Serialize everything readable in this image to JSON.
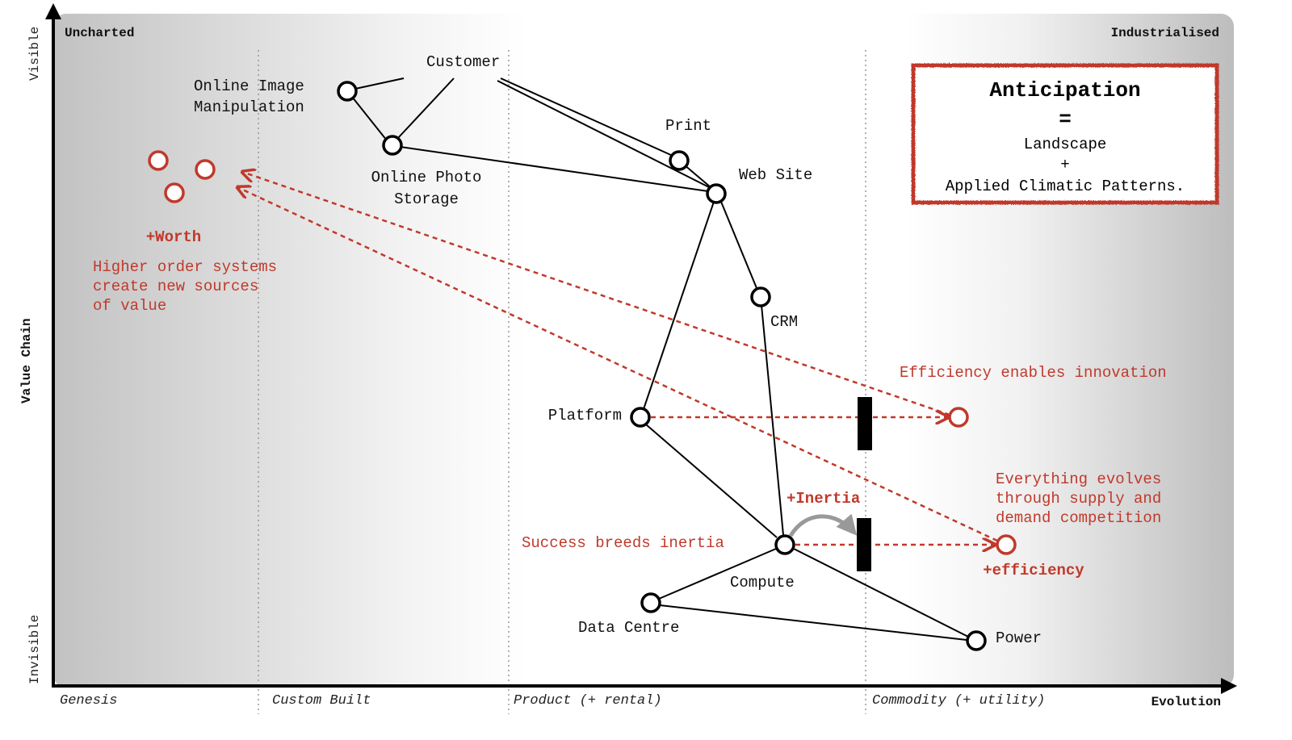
{
  "title": "Anticipation = Landscape + Applied Climatic Patterns",
  "axes": {
    "y_label": "Value Chain",
    "y_top": "Visible",
    "y_bottom": "Invisible",
    "x_label": "Evolution",
    "corner_left": "Uncharted",
    "corner_right": "Industrialised",
    "stages": [
      "Genesis",
      "Custom Built",
      "Product (+ rental)",
      "Commodity (+ utility)"
    ]
  },
  "callout": {
    "heading": "Anticipation",
    "equals": "=",
    "line1": "Landscape",
    "plus": "+",
    "line2": "Applied Climatic Patterns."
  },
  "components": [
    {
      "id": "customer",
      "label": "Customer",
      "node": false
    },
    {
      "id": "oim",
      "label_lines": [
        "Online Image",
        "Manipulation"
      ]
    },
    {
      "id": "ops",
      "label_lines": [
        "Online Photo",
        "Storage"
      ]
    },
    {
      "id": "print",
      "label": "Print"
    },
    {
      "id": "website",
      "label": "Web Site"
    },
    {
      "id": "crm",
      "label": "CRM"
    },
    {
      "id": "platform",
      "label": "Platform"
    },
    {
      "id": "compute",
      "label": "Compute"
    },
    {
      "id": "datacentre",
      "label": "Data Centre"
    },
    {
      "id": "power",
      "label": "Power"
    }
  ],
  "links": [
    [
      "customer",
      "oim"
    ],
    [
      "customer",
      "ops"
    ],
    [
      "customer",
      "print"
    ],
    [
      "customer",
      "website"
    ],
    [
      "oim",
      "ops"
    ],
    [
      "ops",
      "website"
    ],
    [
      "print",
      "website"
    ],
    [
      "website",
      "crm"
    ],
    [
      "website",
      "platform"
    ],
    [
      "crm",
      "compute"
    ],
    [
      "platform",
      "compute"
    ],
    [
      "compute",
      "datacentre"
    ],
    [
      "compute",
      "power"
    ],
    [
      "datacentre",
      "power"
    ]
  ],
  "annotations": {
    "worth": "+Worth",
    "higher_order": [
      "Higher order systems",
      "create new sources",
      "of value"
    ],
    "efficiency_innovation": "Efficiency enables innovation",
    "everything_evolves": [
      "Everything evolves",
      "through supply and",
      "demand competition"
    ],
    "efficiency": "+efficiency",
    "inertia": "+Inertia",
    "success_inertia": "Success breeds inertia"
  },
  "colors": {
    "accent_red": "#c0392b",
    "ink": "#000000",
    "inertia_arrow": "#999999"
  }
}
